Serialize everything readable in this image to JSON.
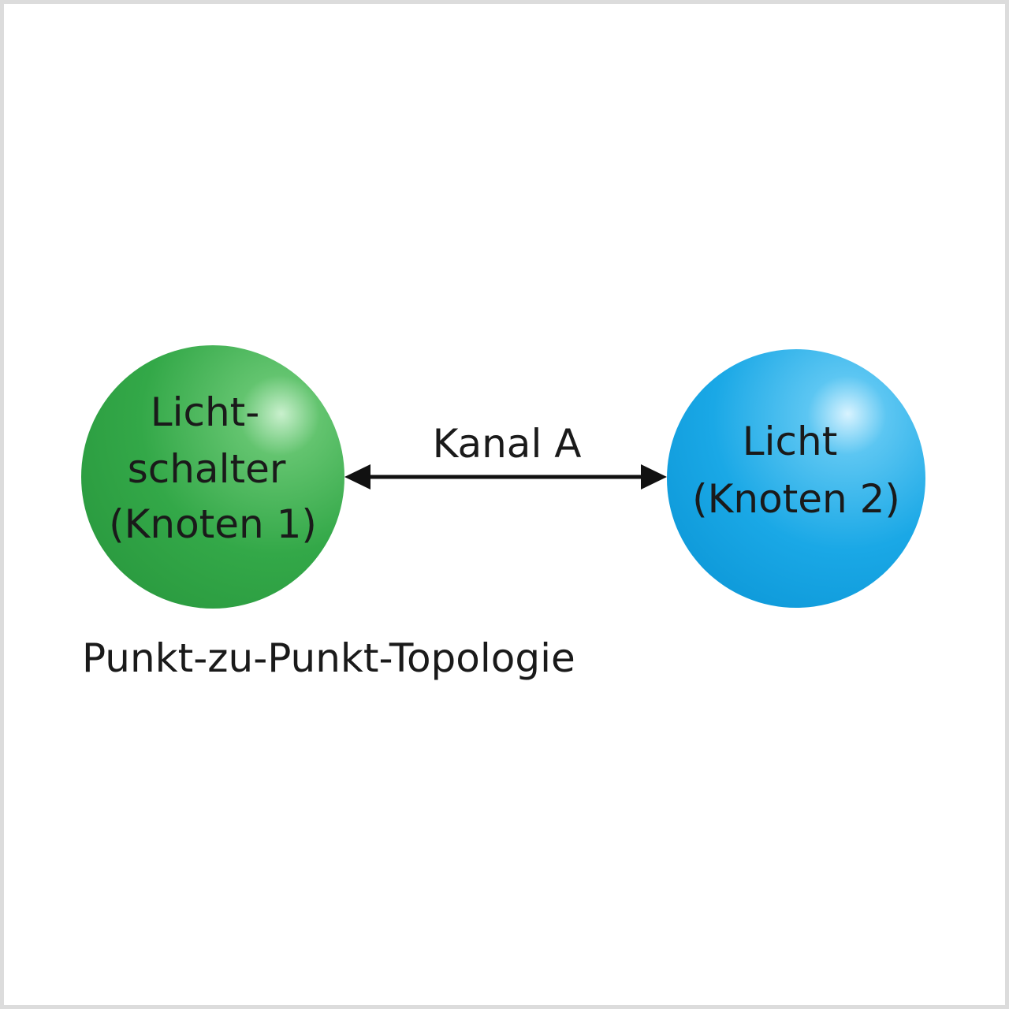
{
  "diagram": {
    "caption": "Punkt-zu-Punkt-Topologie",
    "link": {
      "label": "Kanal A",
      "color": "#111111"
    },
    "nodes": [
      {
        "lines": [
          "Licht-",
          "schalter",
          "(Knoten 1)"
        ],
        "color": "#33a848",
        "highlight": "#c9f0cd"
      },
      {
        "lines": [
          "Licht",
          "(Knoten 2)"
        ],
        "color": "#1aa8e6",
        "highlight": "#d8f3ff"
      }
    ]
  }
}
